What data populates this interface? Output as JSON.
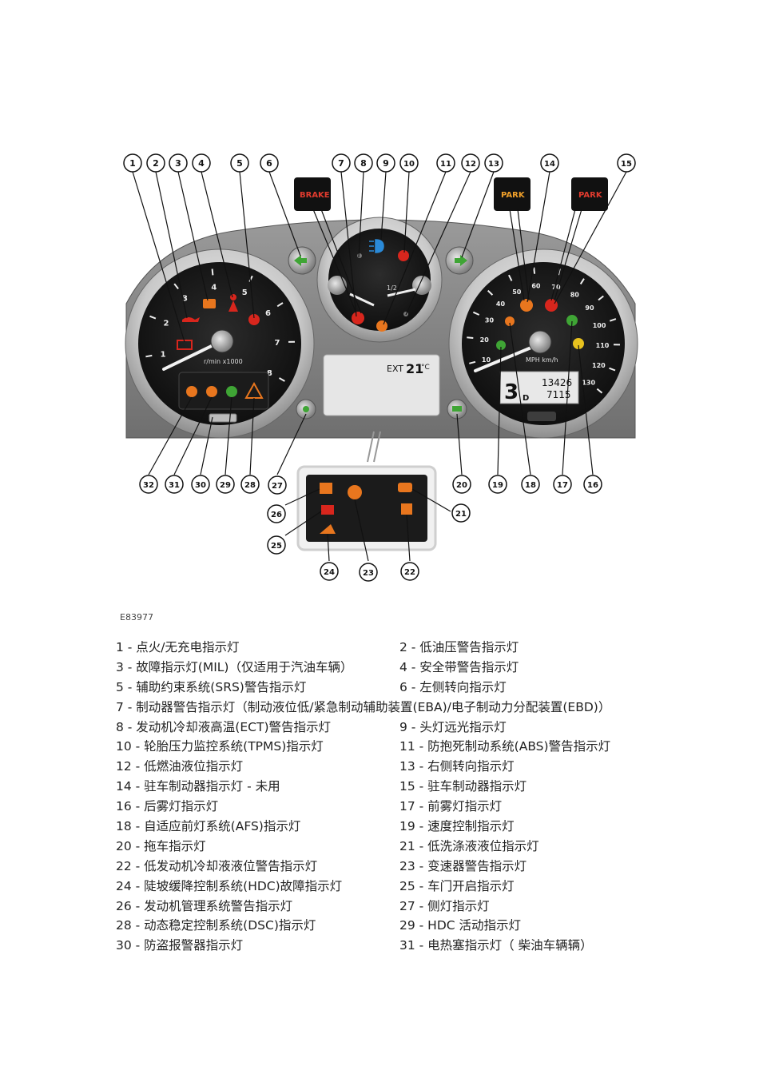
{
  "figure_code": "E83977",
  "callouts": [
    "1",
    "2",
    "3",
    "4",
    "5",
    "6",
    "7",
    "8",
    "9",
    "10",
    "11",
    "12",
    "13",
    "14",
    "15",
    "16",
    "17",
    "18",
    "19",
    "20",
    "21",
    "22",
    "23",
    "24",
    "25",
    "26",
    "27",
    "28",
    "29",
    "30",
    "31",
    "32"
  ],
  "cluster": {
    "brake_label": "BRAKE",
    "park_label_1": "PARK",
    "park_label_2": "PARK",
    "tach_unit": "r/min x1000",
    "tach_ticks": [
      "1",
      "2",
      "3",
      "4",
      "5",
      "6",
      "7",
      "8"
    ],
    "speedo_unit": "MPH km/h",
    "speedo_ticks": [
      "10",
      "20",
      "30",
      "40",
      "50",
      "60",
      "70",
      "80",
      "90",
      "100",
      "110",
      "120",
      "130"
    ],
    "fuel_half": "1/2",
    "ext_label": "EXT",
    "ext_temp": "21",
    "ext_unit": "°C",
    "odo_top": "13426",
    "odo_bottom": "7115",
    "gear": "3",
    "gear_mode": "D"
  },
  "legend": [
    {
      "left": "1 - 点火/无充电指示灯",
      "right": "2 - 低油压警告指示灯"
    },
    {
      "left": "3 - 故障指示灯(MIL)（仅适用于汽油车辆）",
      "right": "4 - 安全带警告指示灯"
    },
    {
      "left": "5 - 辅助约束系统(SRS)警告指示灯",
      "right": "6 - 左侧转向指示灯"
    },
    {
      "full": "7 - 制动器警告指示灯（制动液位低/紧急制动辅助装置(EBA)/电子制动力分配装置(EBD)）"
    },
    {
      "left": "8 - 发动机冷却液高温(ECT)警告指示灯",
      "right": "9 - 头灯远光指示灯"
    },
    {
      "left": "10 - 轮胎压力监控系统(TPMS)指示灯",
      "right": "11 - 防抱死制动系统(ABS)警告指示灯"
    },
    {
      "left": "12 - 低燃油液位指示灯",
      "right": "13 - 右侧转向指示灯"
    },
    {
      "left": "14 - 驻车制动器指示灯 - 未用",
      "right": "15 - 驻车制动器指示灯"
    },
    {
      "left": "16 - 后雾灯指示灯",
      "right": "17 - 前雾灯指示灯"
    },
    {
      "left": "18 - 自适应前灯系统(AFS)指示灯",
      "right": "19 - 速度控制指示灯"
    },
    {
      "left": "20 - 拖车指示灯",
      "right": "21 - 低洗涤液液位指示灯"
    },
    {
      "left": "22 - 低发动机冷却液液位警告指示灯",
      "right": "23 - 变速器警告指示灯"
    },
    {
      "left": "24 - 陡坡缓降控制系统(HDC)故障指示灯",
      "right": "25 - 车门开启指示灯"
    },
    {
      "left": "26 - 发动机管理系统警告指示灯",
      "right": "27 - 侧灯指示灯"
    },
    {
      "left": "28 - 动态稳定控制系统(DSC)指示灯",
      "right": "29 - HDC 活动指示灯"
    },
    {
      "left": "30 - 防盗报警器指示灯",
      "right": "31 - 电热塞指示灯（ 柴油车辆辆）"
    }
  ],
  "colors": {
    "amber": "#e8761e",
    "red": "#d8261d",
    "green": "#3fa535",
    "blue": "#2a8ad8",
    "panel": "#8a8a8a"
  }
}
